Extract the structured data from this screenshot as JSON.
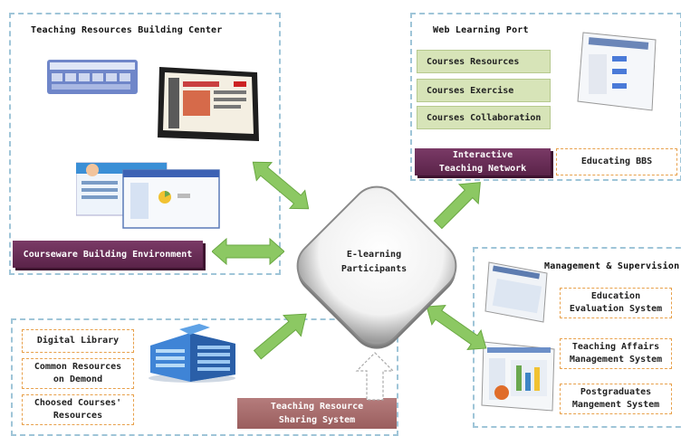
{
  "center": {
    "line1": "E-learning",
    "line2": "Participants"
  },
  "teaching_center": {
    "title": "Teaching Resources Building Center",
    "environment_label": "Courseware Building Environment"
  },
  "web_port": {
    "title": "Web Learning Port",
    "items": [
      "Courses Resources",
      "Courses Exercise",
      "Courses Collaboration"
    ],
    "network_line1": "Interactive",
    "network_line2": "Teaching Network",
    "bbs": "Educating BBS"
  },
  "management": {
    "title": "Management & Supervision",
    "boxes": [
      {
        "line1": "Education",
        "line2": "Evaluation System"
      },
      {
        "line1": "Teaching Affairs",
        "line2": "Management System"
      },
      {
        "line1": "Postgraduates",
        "line2": "Mangement System"
      }
    ]
  },
  "library": {
    "digital": "Digital Library",
    "common_line1": "Common Resources",
    "common_line2": "on Demond",
    "choosed_line1": "Choosed Courses'",
    "choosed_line2": "Resources",
    "sharing_line1": "Teaching Resource",
    "sharing_line2": "Sharing System"
  },
  "colors": {
    "panel_border": "#9fc5d8",
    "arrow": "#8cc863",
    "purple": "#6a2e58",
    "orange": "#e8a04a",
    "green_box": "#d7e4b8",
    "sharing": "#a86f6f"
  }
}
